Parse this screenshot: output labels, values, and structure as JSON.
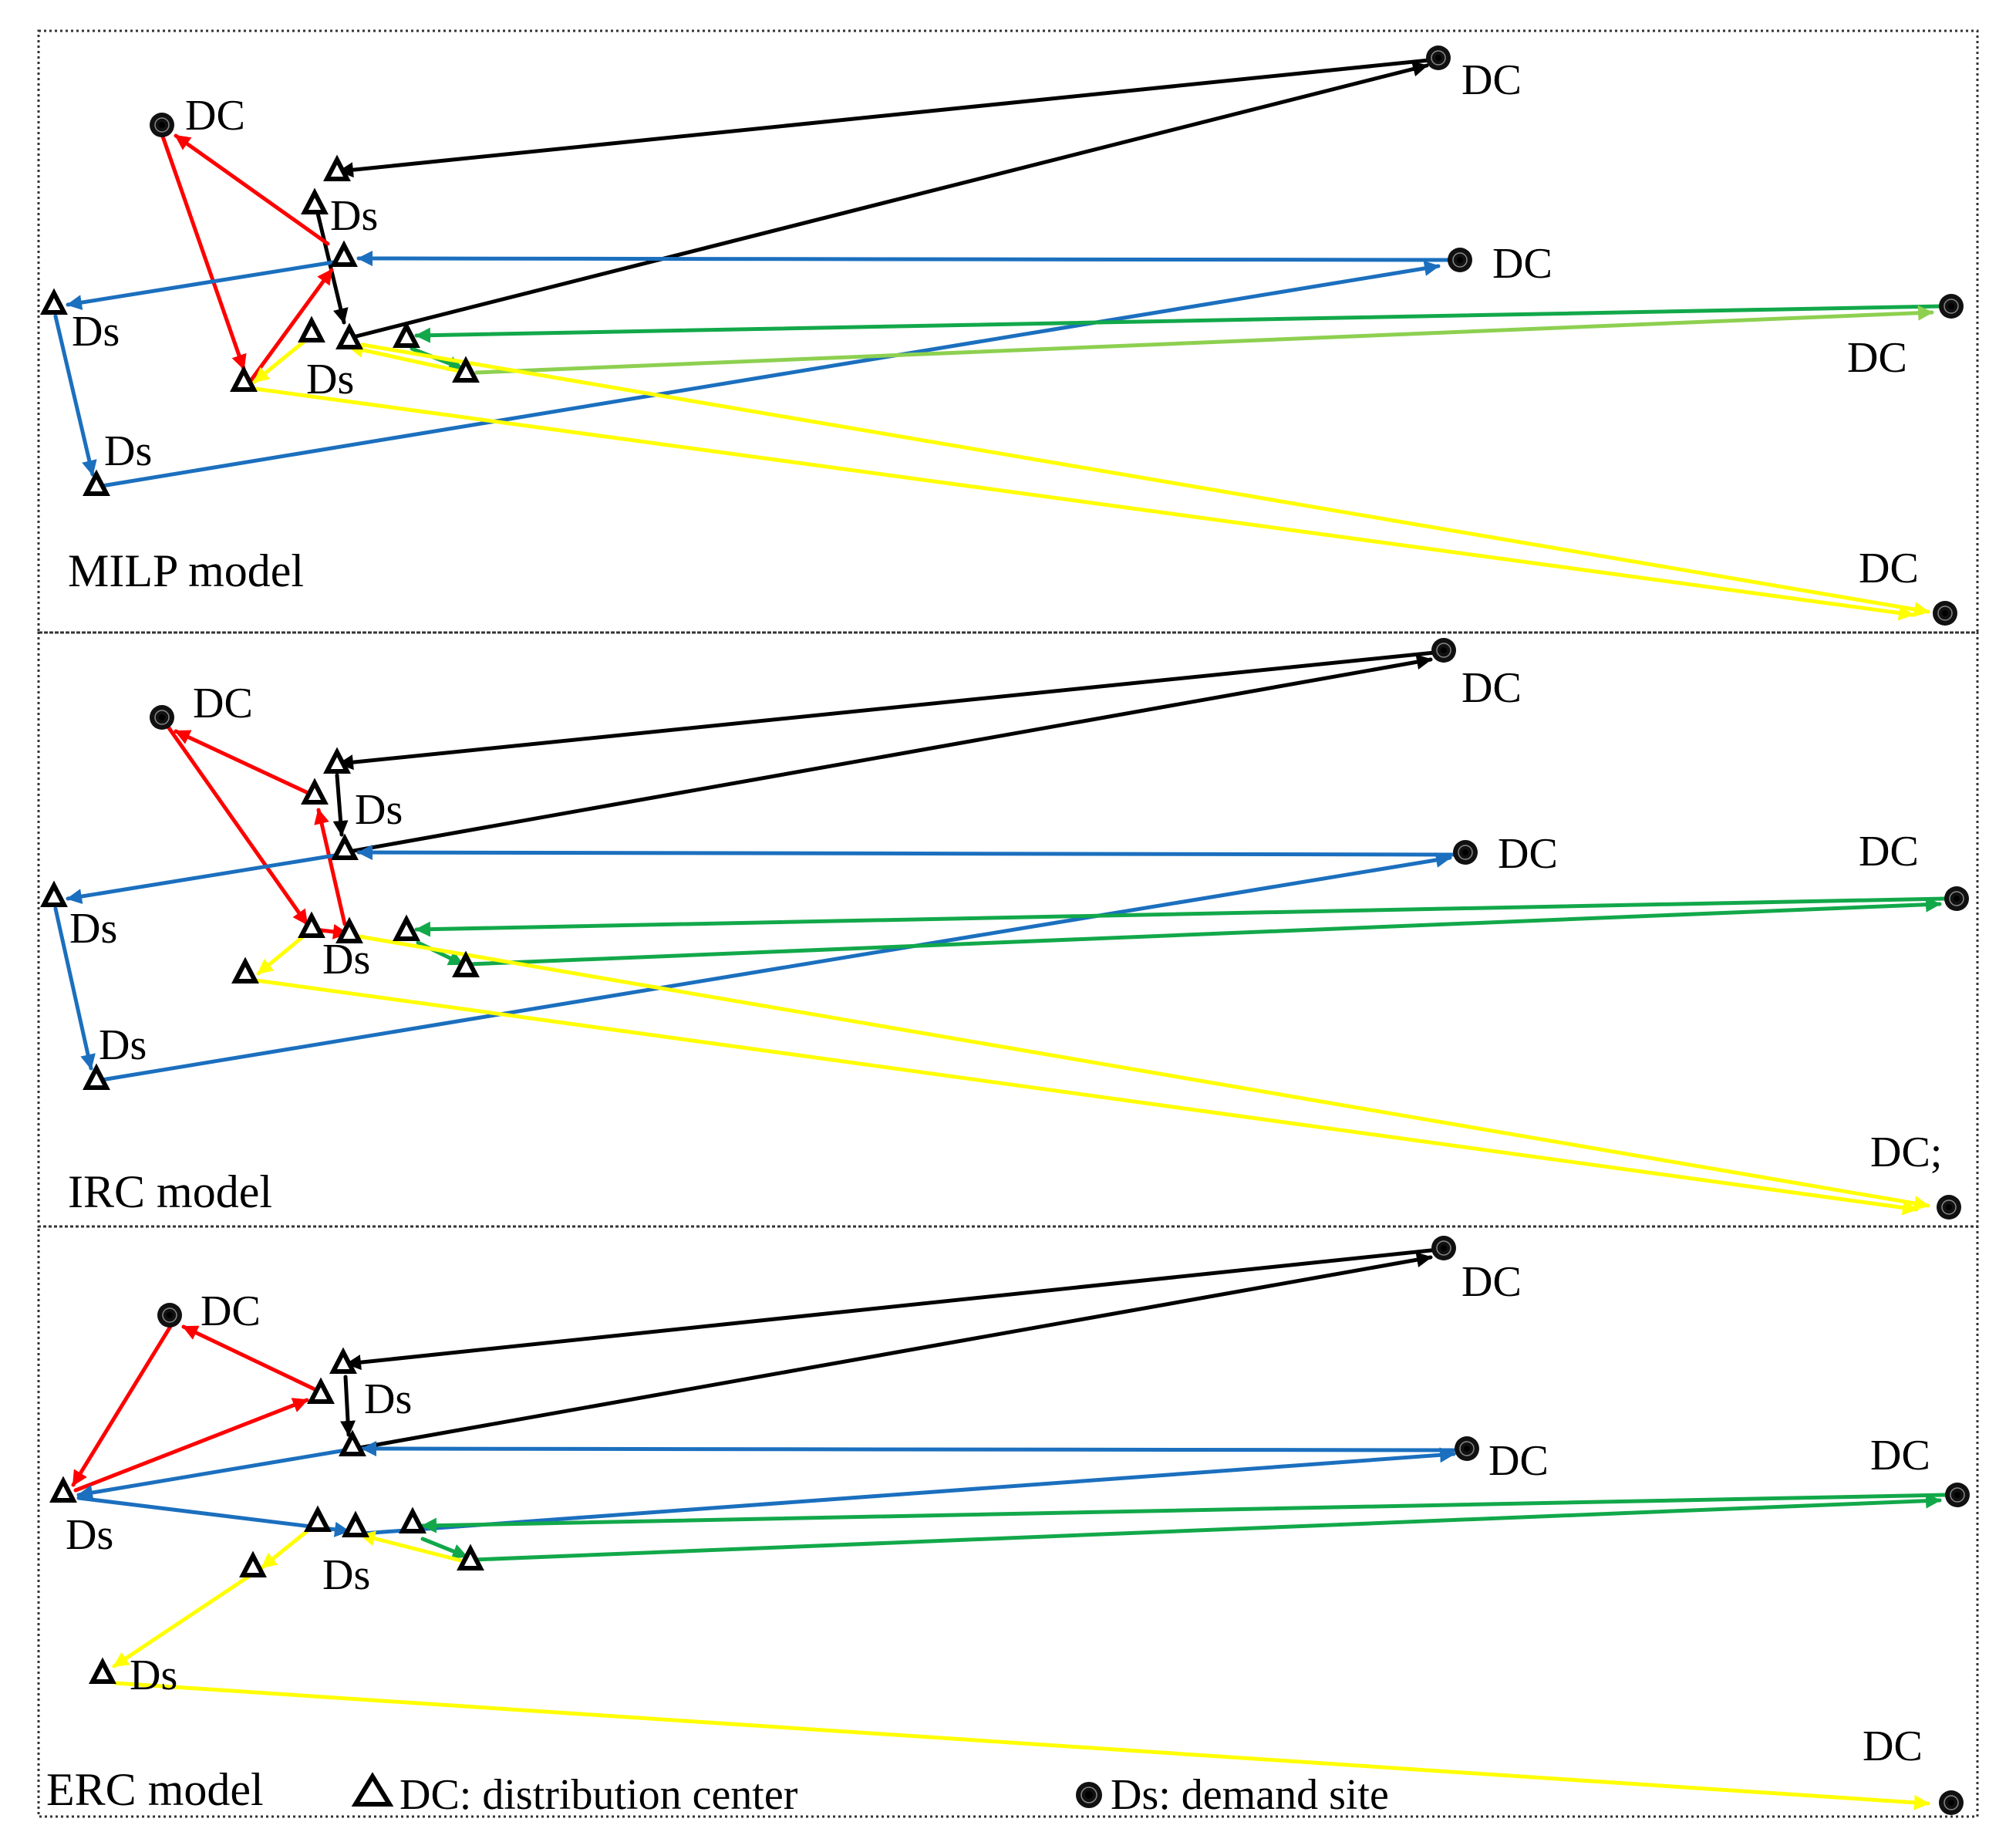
{
  "panels": [
    {
      "model_label": "MILP model",
      "node_labels": [
        {
          "text": "DC"
        },
        {
          "text": "DC"
        },
        {
          "text": "DC"
        },
        {
          "text": "DC"
        },
        {
          "text": "DC"
        },
        {
          "text": "Ds"
        },
        {
          "text": "Ds"
        },
        {
          "text": "Ds"
        },
        {
          "text": "Ds"
        }
      ]
    },
    {
      "model_label": "IRC model",
      "node_labels": [
        {
          "text": "DC"
        },
        {
          "text": "DC"
        },
        {
          "text": "DC"
        },
        {
          "text": "DC"
        },
        {
          "text": "DC;"
        },
        {
          "text": "Ds"
        },
        {
          "text": "Ds"
        },
        {
          "text": "Ds"
        },
        {
          "text": "Ds"
        }
      ]
    },
    {
      "model_label": "ERC model",
      "node_labels": [
        {
          "text": "DC"
        },
        {
          "text": "DC"
        },
        {
          "text": "DC"
        },
        {
          "text": "DC"
        },
        {
          "text": "DC"
        },
        {
          "text": "Ds"
        },
        {
          "text": "Ds"
        },
        {
          "text": "Ds"
        },
        {
          "text": "Ds"
        }
      ]
    }
  ],
  "legend": {
    "triangle_text": "DC: distribution center",
    "dot_text": "Ds: demand site"
  },
  "colors": {
    "black": "#000000",
    "red": "#ff0000",
    "blue": "#1b6fbe",
    "green": "#12a84a",
    "light_green": "#8dd050",
    "yellow": "#ffff00"
  }
}
